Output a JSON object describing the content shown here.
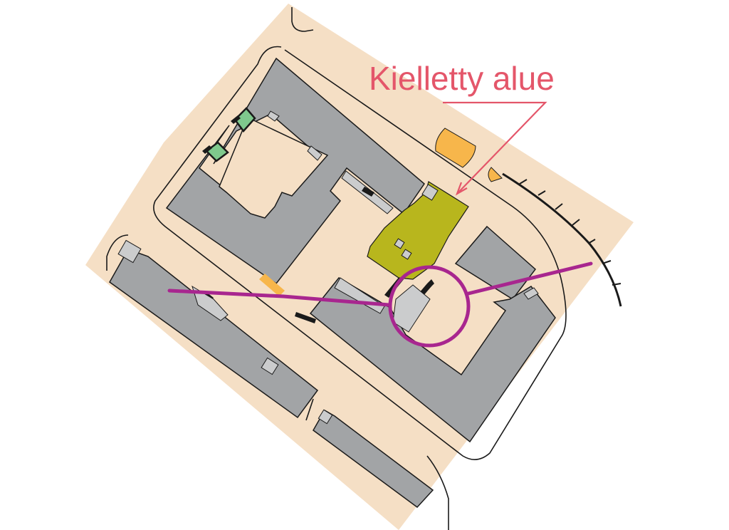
{
  "annotation": {
    "label": "Kielletty alue",
    "label_color": "#e4566a",
    "arrow_color": "#e4566a"
  },
  "map_colors": {
    "paved_area": "#f5dfc5",
    "building": "#a2a4a6",
    "building_light": "#cbcccd",
    "building_outline": "#1a1a1a",
    "forbidden_area": "#b8b61d",
    "course_overprint": "#a8268f",
    "green_vegetation": "#7fc98d",
    "yellow_area": "#f7b64b",
    "background": "#ffffff"
  },
  "course": {
    "control_circle": "control-circle",
    "course_line": "course-line"
  }
}
